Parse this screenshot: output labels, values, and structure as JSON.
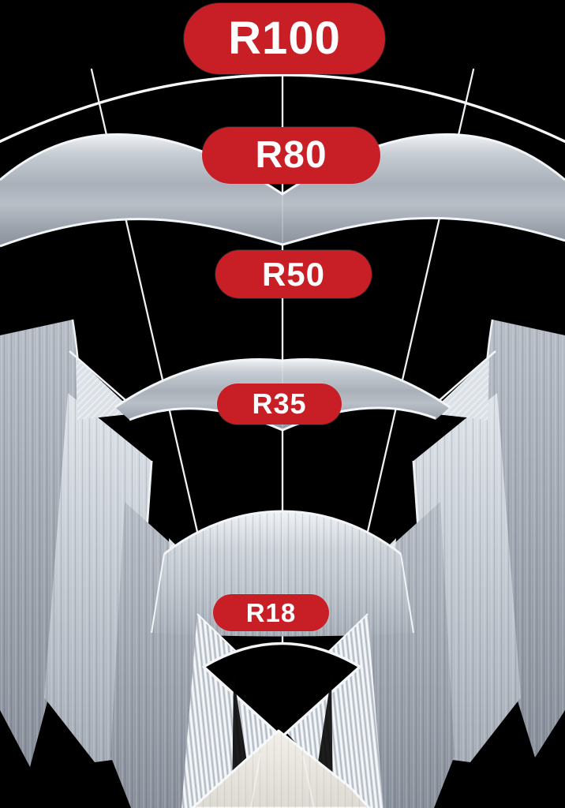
{
  "badges": [
    {
      "label": "R100"
    },
    {
      "label": "R80"
    },
    {
      "label": "R50"
    },
    {
      "label": "R35"
    },
    {
      "label": "R18"
    }
  ],
  "colors": {
    "background": "#000000",
    "badge_red": "#c81f27",
    "badge_text": "#ffffff",
    "aluminum_light": "#e7ebef",
    "aluminum_mid": "#aab1bb",
    "aluminum_dark": "#848b96",
    "edge_highlight": "#f2f5f8"
  }
}
